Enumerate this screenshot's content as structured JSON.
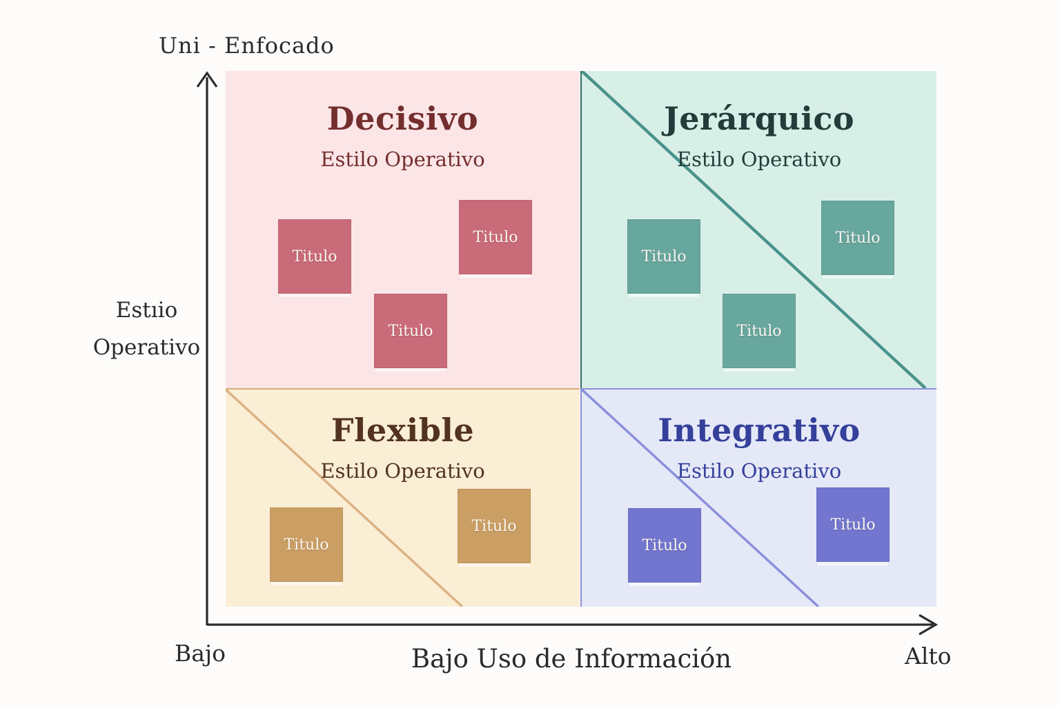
{
  "diagram": {
    "y_axis": {
      "top_label": "Uni - Enfocado",
      "mid_label_line1": "Estıio",
      "mid_label_line2": "Operativo",
      "origin_label": "Bajo",
      "axis_color": "#2b2b2b"
    },
    "x_axis": {
      "label": "Bajo Uso de Información",
      "right_label": "Alto",
      "axis_color": "#2b2b2b"
    },
    "quadrants": [
      {
        "id": "decisivo",
        "title": "Decisivo",
        "subtitle": "Estilo Operativo",
        "bg_color": "#fbe5e7",
        "box_color": "#ca6b79",
        "title_color": "#742e2e",
        "has_diagonal": false,
        "boxes": [
          {
            "label": "Titulo"
          },
          {
            "label": "Titulo"
          },
          {
            "label": "Titulo"
          }
        ]
      },
      {
        "id": "jerarquico",
        "title": "Jerárquico",
        "subtitle": "Estilo Operativo",
        "bg_color": "#d8efe8",
        "box_color": "#68a79e",
        "title_color": "#223c39",
        "diagonal_color": "#4a938b",
        "has_diagonal": true,
        "boxes": [
          {
            "label": "Titulo"
          },
          {
            "label": "Titulo"
          },
          {
            "label": "Titulo"
          }
        ]
      },
      {
        "id": "flexible",
        "title": "Flexible",
        "subtitle": "Estilo Operativo",
        "bg_color": "#faeed5",
        "box_color": "#cb9e64",
        "title_color": "#52331f",
        "diagonal_color": "#ddb183",
        "has_diagonal": true,
        "boxes": [
          {
            "label": "Titulo"
          },
          {
            "label": "Titulo"
          }
        ]
      },
      {
        "id": "integrativo",
        "title": "Integrativo",
        "subtitle": "Estilo Operativo",
        "bg_color": "#e5e8f7",
        "box_color": "#7276ce",
        "title_color": "#34409a",
        "diagonal_color": "#8a90da",
        "has_diagonal": true,
        "boxes": [
          {
            "label": "Titulo"
          },
          {
            "label": "Titulo"
          }
        ]
      }
    ]
  }
}
